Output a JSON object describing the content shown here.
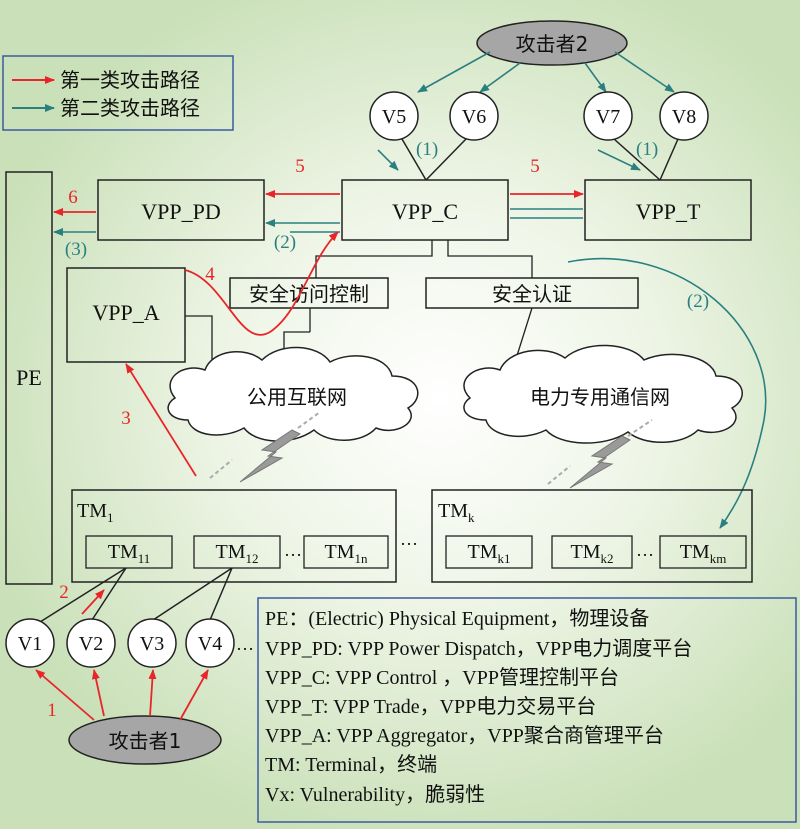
{
  "legend": {
    "path1": "第一类攻击路径",
    "path2": "第二类攻击路径"
  },
  "attackers": {
    "attacker1": "攻击者1",
    "attacker2": "攻击者2"
  },
  "vulns": [
    "V1",
    "V2",
    "V3",
    "V4",
    "V5",
    "V6",
    "V7",
    "V8"
  ],
  "platforms": {
    "pe": "PE",
    "vpp_pd": "VPP_PD",
    "vpp_c": "VPP_C",
    "vpp_t": "VPP_T",
    "vpp_a": "VPP_A"
  },
  "controls": {
    "access_control": "安全访问控制",
    "auth": "安全认证"
  },
  "networks": {
    "public_internet": "公用互联网",
    "power_net": "电力专用通信网"
  },
  "terminals": {
    "tm1": {
      "base": "TM",
      "sub": "1"
    },
    "tmk": {
      "base": "TM",
      "sub": "k"
    },
    "tm11": {
      "base": "TM",
      "sub": "11"
    },
    "tm12": {
      "base": "TM",
      "sub": "12"
    },
    "tm1n": {
      "base": "TM",
      "sub": "1n"
    },
    "tmk1": {
      "base": "TM",
      "sub": "k1"
    },
    "tmk2": {
      "base": "TM",
      "sub": "k2"
    },
    "tmkm": {
      "base": "TM",
      "sub": "km"
    },
    "ellipsis": "…"
  },
  "path_labels": {
    "p1": "1",
    "p2": "2",
    "p3": "3",
    "p4": "4",
    "p5a": "5",
    "p5b": "5",
    "p6": "6",
    "t1a": "(1)",
    "t1b": "(1)",
    "t2a": "(2)",
    "t2b": "(2)",
    "t3": "(3)"
  },
  "notes": [
    "PE：(Electric) Physical Equipment，物理设备",
    "VPP_PD: VPP Power Dispatch，VPP电力调度平台",
    "VPP_C: VPP Control ，VPP管理控制平台",
    "VPP_T: VPP Trade，VPP电力交易平台",
    "VPP_A: VPP Aggregator，VPP聚合商管理平台",
    "TM: Terminal，终端",
    "Vx: Vulnerability，脆弱性"
  ],
  "colors": {
    "red": "#e8262a",
    "teal": "#2a8080",
    "attacker_fill": "#a6a6a6",
    "legend_border": "#3b5aa0"
  }
}
